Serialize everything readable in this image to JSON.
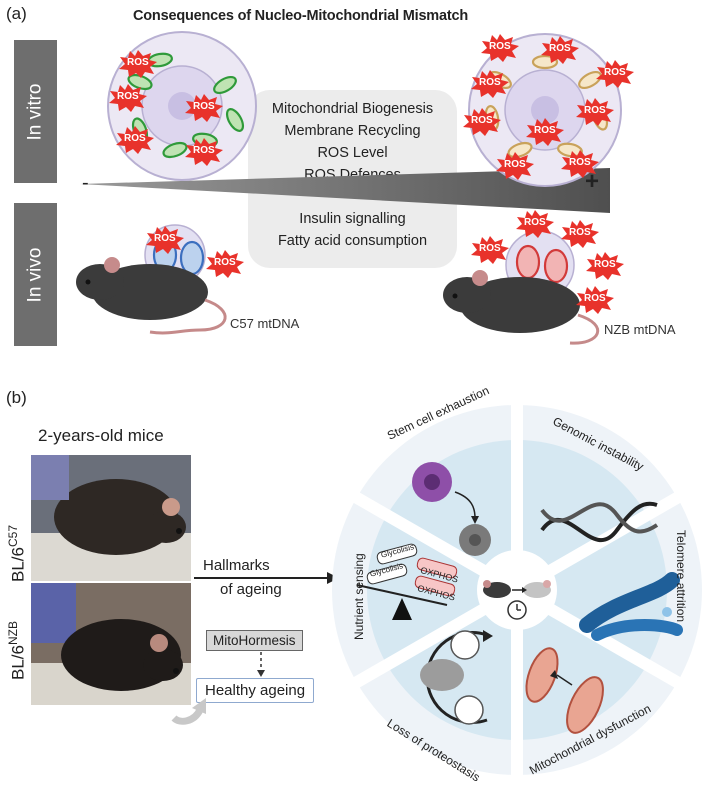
{
  "panel_a": {
    "label": "(a)",
    "title": "Consequences of Nucleo-Mitochondrial Mismatch",
    "in_vitro": "In vitro",
    "in_vivo": "In vivo",
    "minus": "-",
    "plus": "+",
    "center_top": [
      "Mitochondrial Biogenesis",
      "Membrane Recycling",
      "ROS Level",
      "ROS Defences"
    ],
    "center_bottom": [
      "Insulin signalling",
      "Fatty acid consumption"
    ],
    "ros": "ROS",
    "mouse_left": "C57 mtDNA",
    "mouse_right": "NZB mtDNA"
  },
  "panel_b": {
    "label": "(b)",
    "photo_title": "2-years-old mice",
    "strain_top_base": "BL/6",
    "strain_top_sup": "C57",
    "strain_bottom_base": "BL/6",
    "strain_bottom_sup": "NZB",
    "arrow_label_1": "Hallmarks",
    "arrow_label_2": "of ageing",
    "mitohormesis": "MitoHormesis",
    "healthy_ageing": "Healthy ageing",
    "wheel": {
      "stem": "Stem cell exhaustion",
      "genomic": "Genomic instability",
      "telomere": "Telomere attrition",
      "mito": "Mitochondrial dysfunction",
      "proteostasis": "Loss of proteostasis",
      "nutrient": "Nutrient sensing",
      "glycolisis": "Glycolisis",
      "oxphos": "OXPHOS"
    }
  },
  "colors": {
    "tab_grey": "#6e6e6e",
    "ros_red": "#e8322b",
    "wheel_bg": "#d6e8f2",
    "wheel_outer": "#eef3f8"
  }
}
